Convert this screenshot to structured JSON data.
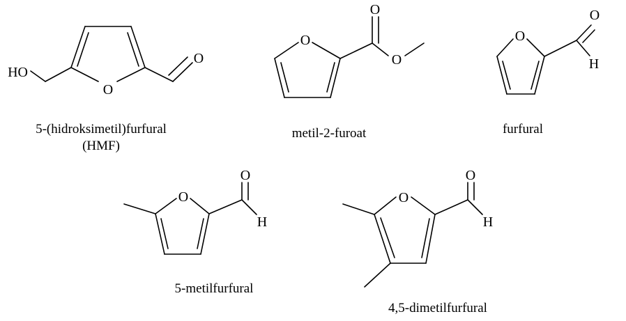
{
  "colors": {
    "background": "#ffffff",
    "ink": "#000000"
  },
  "molecules": {
    "hmf": {
      "caption_line1": "5-(hidroksimetil)furfural",
      "caption_line2": "(HMF)",
      "atoms": {
        "hydroxyl": "HO",
        "ring_oxygen": "O",
        "carbonyl_oxygen": "O"
      }
    },
    "methyl_furoate": {
      "caption": "metil-2-furoat",
      "atoms": {
        "ring_oxygen": "O",
        "carbonyl_oxygen": "O",
        "ester_oxygen": "O"
      }
    },
    "furfural": {
      "caption": "furfural",
      "atoms": {
        "ring_oxygen": "O",
        "carbonyl_oxygen": "O",
        "aldehyde_hydrogen": "H"
      }
    },
    "methylfurfural": {
      "caption": "5-metilfurfural",
      "atoms": {
        "ring_oxygen": "O",
        "carbonyl_oxygen": "O",
        "aldehyde_hydrogen": "H"
      }
    },
    "dimethylfurfural": {
      "caption": "4,5-dimetilfurfural",
      "atoms": {
        "ring_oxygen": "O",
        "carbonyl_oxygen": "O",
        "aldehyde_hydrogen": "H"
      }
    }
  }
}
